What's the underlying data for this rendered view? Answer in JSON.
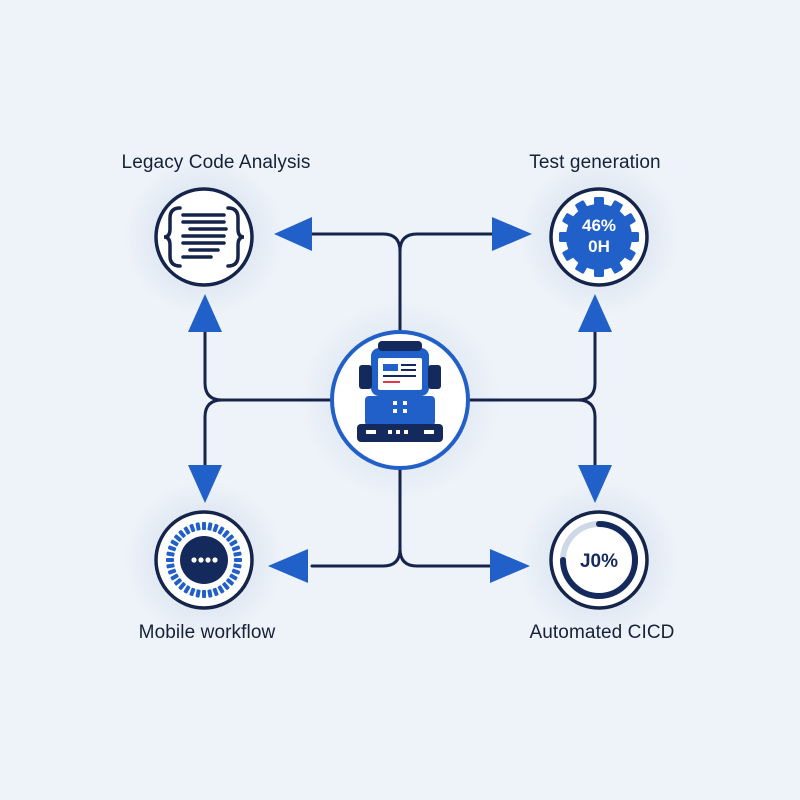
{
  "nodes": {
    "top_left": {
      "label": "Legacy Code Analysis",
      "icon": "code-document-icon"
    },
    "top_right": {
      "label": "Test generation",
      "icon": "gear-progress-icon",
      "badge_line1": "46%",
      "badge_line2": "0H"
    },
    "bottom_left": {
      "label": "Mobile workflow",
      "icon": "dots-dial-icon"
    },
    "bottom_right": {
      "label": "Automated CICD",
      "icon": "ring-percent-icon",
      "badge": "J0%"
    },
    "center": {
      "icon": "robot-computer-icon"
    }
  },
  "colors": {
    "background": "#eef3f9",
    "line": "#15244a",
    "accent": "#2160c8",
    "dark_navy": "#152a5c"
  }
}
